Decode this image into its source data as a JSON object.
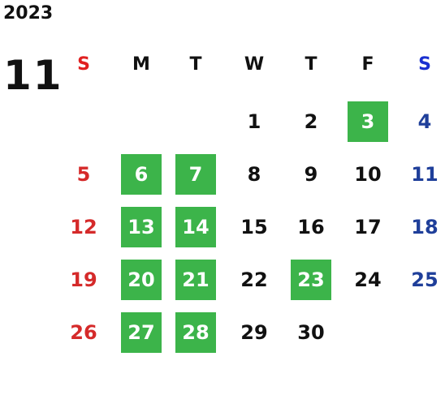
{
  "calendar": {
    "year": "2023",
    "month": "11",
    "weekdays": [
      {
        "label": "S",
        "kind": "sun"
      },
      {
        "label": "M",
        "kind": "normal"
      },
      {
        "label": "T",
        "kind": "normal"
      },
      {
        "label": "W",
        "kind": "normal"
      },
      {
        "label": "T",
        "kind": "normal"
      },
      {
        "label": "F",
        "kind": "normal"
      },
      {
        "label": "S",
        "kind": "sat"
      }
    ],
    "weeks": [
      [
        null,
        null,
        null,
        {
          "n": "1"
        },
        {
          "n": "2"
        },
        {
          "n": "3",
          "hl": true
        },
        {
          "n": "4"
        }
      ],
      [
        {
          "n": "5"
        },
        {
          "n": "6",
          "hl": true
        },
        {
          "n": "7",
          "hl": true
        },
        {
          "n": "8"
        },
        {
          "n": "9"
        },
        {
          "n": "10"
        },
        {
          "n": "11"
        }
      ],
      [
        {
          "n": "12"
        },
        {
          "n": "13",
          "hl": true
        },
        {
          "n": "14",
          "hl": true
        },
        {
          "n": "15"
        },
        {
          "n": "16"
        },
        {
          "n": "17"
        },
        {
          "n": "18"
        }
      ],
      [
        {
          "n": "19"
        },
        {
          "n": "20",
          "hl": true
        },
        {
          "n": "21",
          "hl": true
        },
        {
          "n": "22"
        },
        {
          "n": "23",
          "hl": true
        },
        {
          "n": "24"
        },
        {
          "n": "25"
        }
      ],
      [
        {
          "n": "26"
        },
        {
          "n": "27",
          "hl": true
        },
        {
          "n": "28",
          "hl": true
        },
        {
          "n": "29"
        },
        {
          "n": "30"
        },
        null,
        null
      ]
    ],
    "colors": {
      "highlight_bg": "#3cb44a",
      "sunday": "#d52a2a",
      "saturday": "#1f3f9a",
      "weekday_header_sat": "#1a30d0",
      "text": "#111111"
    }
  }
}
